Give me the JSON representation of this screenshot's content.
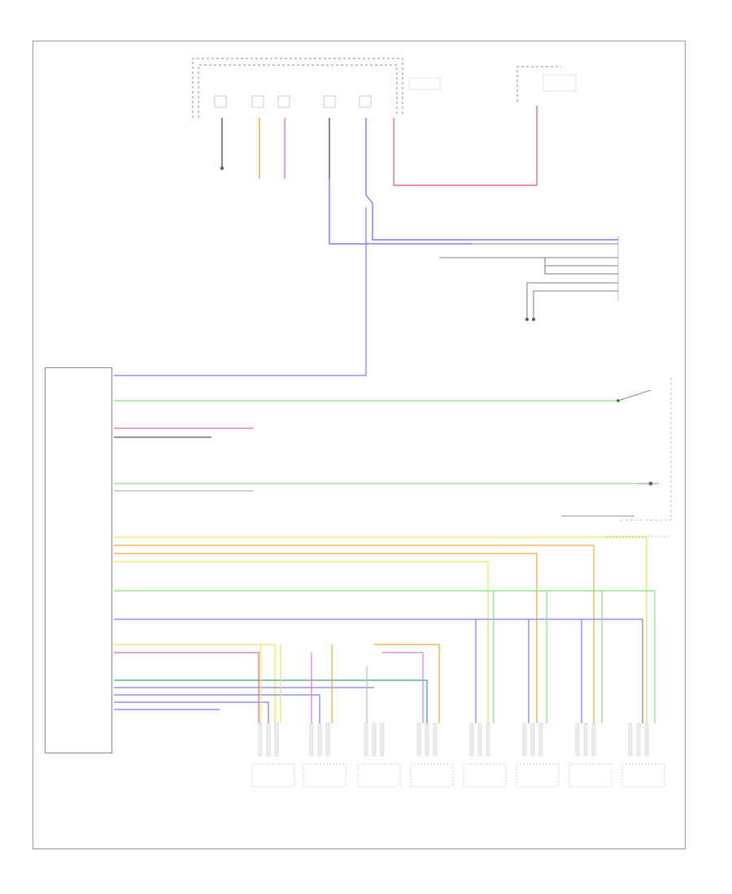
{
  "diagram": {
    "page_id": "",
    "module_label": "",
    "module_inputs": [
      {
        "key": "ign",
        "text": ""
      },
      {
        "key": "gnd",
        "text": ""
      },
      {
        "key": "park",
        "text": ""
      },
      {
        "key": "aux",
        "text": ""
      },
      {
        "key": "rr_sense",
        "text": ""
      },
      {
        "key": "lr_sense",
        "text": ""
      },
      {
        "key": "rrp",
        "text": ""
      },
      {
        "key": "lrp",
        "text": ""
      },
      {
        "key": "rear_5v",
        "text": ""
      },
      {
        "key": "rear_gnd",
        "text": ""
      },
      {
        "key": "front_5v",
        "text": ""
      },
      {
        "key": "front_gnd",
        "text": ""
      },
      {
        "key": "lf_sense",
        "text": ""
      },
      {
        "key": "rf_sense",
        "text": ""
      },
      {
        "key": "lfp",
        "text": ""
      },
      {
        "key": "rfp",
        "text": ""
      }
    ],
    "sensors": [
      {
        "id": "s1",
        "label": ""
      },
      {
        "id": "s2",
        "label": ""
      },
      {
        "id": "s3",
        "label": ""
      },
      {
        "id": "s4",
        "label": ""
      },
      {
        "id": "s5",
        "label": ""
      },
      {
        "id": "s6",
        "label": ""
      },
      {
        "id": "s7",
        "label": ""
      },
      {
        "id": "s8",
        "label": ""
      }
    ],
    "top_labels": {
      "fuse_box": "",
      "battery_junction": "",
      "ground": ""
    },
    "wire_colors": {
      "blue": "#7b7bf0",
      "green": "#86e07a",
      "red": "#f06a8a",
      "yellow": "#f0e05a",
      "orange": "#f0a830",
      "violet": "#d47be0",
      "teal": "#3aa08a",
      "dark": "#555555"
    }
  }
}
